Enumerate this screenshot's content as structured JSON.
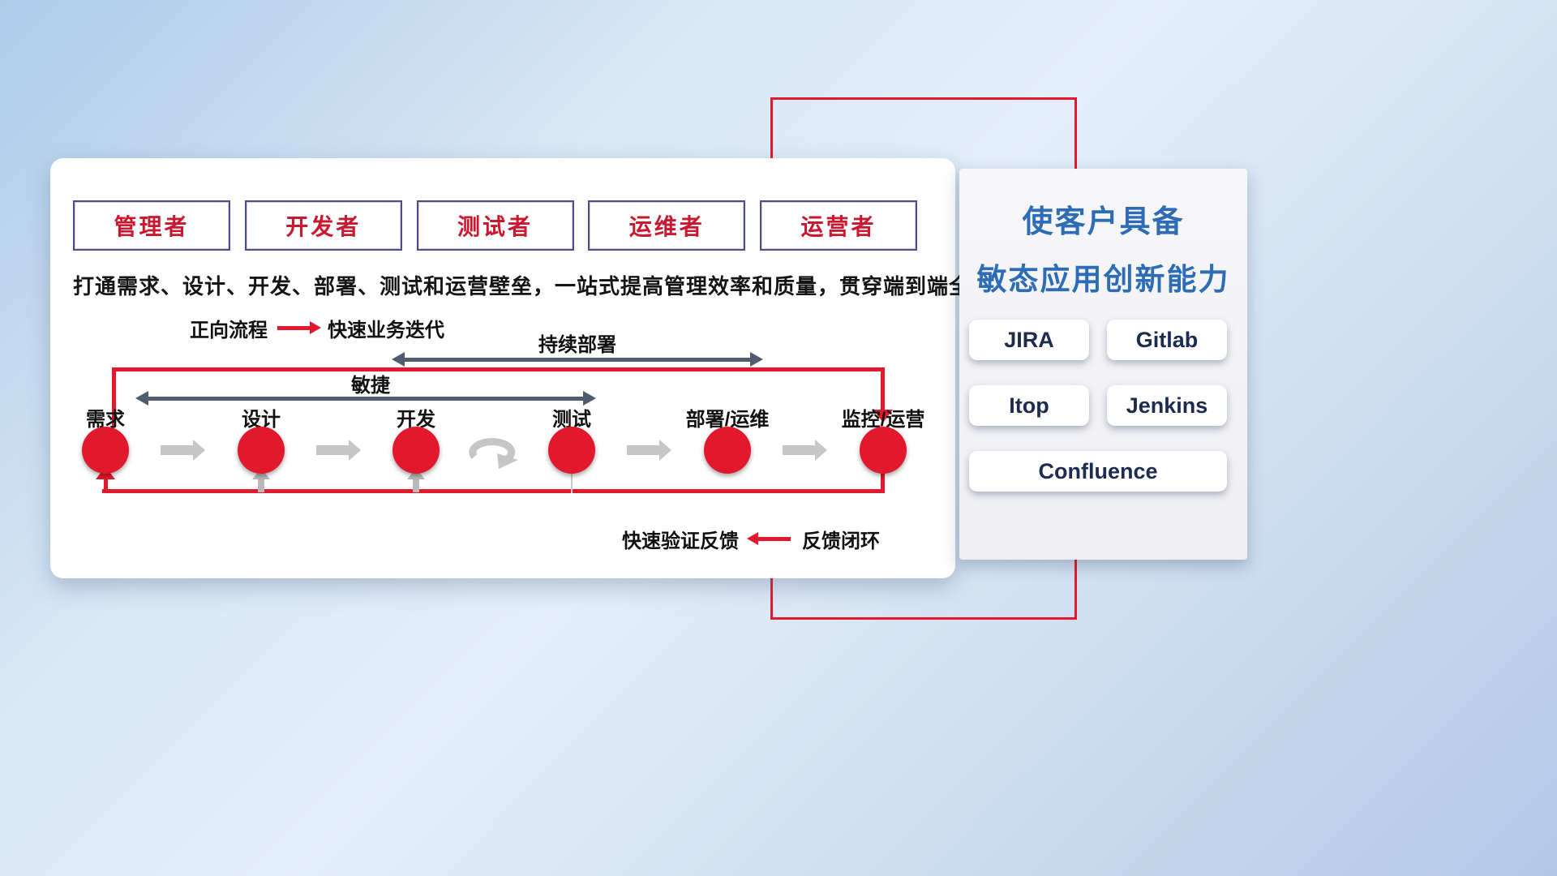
{
  "roles": {
    "items": [
      "管理者",
      "开发者",
      "测试者",
      "运维者",
      "运营者"
    ]
  },
  "description": "打通需求、设计、开发、部署、测试和运营壁垒，一站式提高管理效率和质量，贯穿端到端全流程",
  "legends": {
    "forward_label": "正向流程",
    "forward_value": "快速业务迭代",
    "feedback_value": "快速验证反馈",
    "feedback_label": "反馈闭环"
  },
  "flow": {
    "cd_label": "持续部署",
    "agile_label": "敏捷",
    "stages": [
      "需求",
      "设计",
      "开发",
      "测试",
      "部署/运维",
      "监控/运营"
    ]
  },
  "panel": {
    "title_line1": "使客户具备",
    "title_line2": "敏态应用创新能力",
    "tools": [
      "JIRA",
      "Gitlab",
      "Itop",
      "Jenkins",
      "Confluence"
    ]
  },
  "colors": {
    "accent_red": "#e2192c",
    "title_blue": "#2e6cb6",
    "role_text_red": "#c9182f",
    "dark_arrow": "#4e5c6e",
    "gray_arrow": "#c6c6c6",
    "tool_text_navy": "#1c2b4e"
  }
}
